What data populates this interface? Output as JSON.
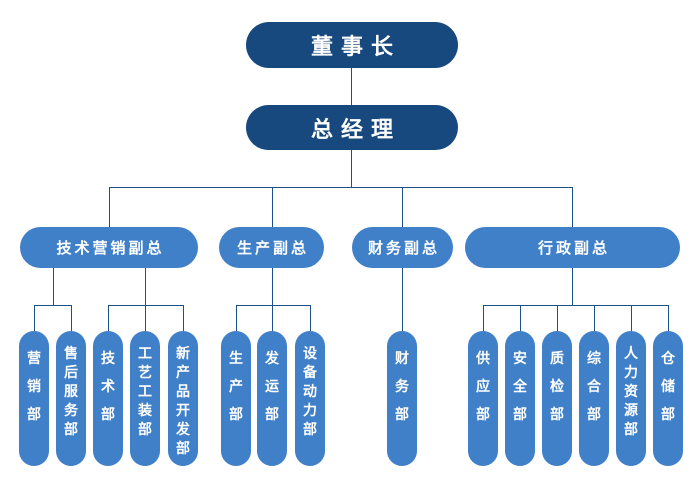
{
  "org": {
    "colors": {
      "node_dark": "#17497E",
      "node_light": "#4080C8",
      "line": "#1B5186",
      "text": "#FFFFFF",
      "background": "#FFFFFF"
    },
    "root": {
      "label": "董事长"
    },
    "gm": {
      "label": "总经理"
    },
    "branches": [
      {
        "label": "技术营销副总",
        "children": [
          "营销部",
          "售后服务部",
          "技术部",
          "工艺工装部",
          "新产品开发部"
        ]
      },
      {
        "label": "生产副总",
        "children": [
          "生产部",
          "发运部",
          "设备动力部"
        ]
      },
      {
        "label": "财务副总",
        "children": [
          "财务部"
        ]
      },
      {
        "label": "行政副总",
        "children": [
          "供应部",
          "安全部",
          "质检部",
          "综合部",
          "人力资源部",
          "仓储部"
        ]
      }
    ]
  }
}
